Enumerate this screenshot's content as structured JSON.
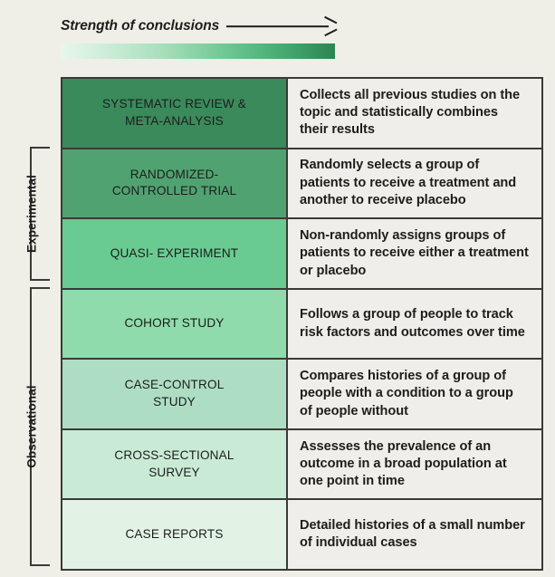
{
  "header": {
    "caption": "Strength of conclusions",
    "arrow_icon": "right-arrow-icon",
    "gradient_from": "#e8f6ec",
    "gradient_to": "#2d8552"
  },
  "brackets": [
    {
      "label": "Experimental",
      "covers_rows": 3
    },
    {
      "label": "Observational",
      "covers_rows": 4
    }
  ],
  "table": {
    "rows": [
      {
        "level": "SYSTEMATIC REVIEW &\nMETA-ANALYSIS",
        "description": "Collects all previous studies on the topic and statistically combines their results",
        "color": "#3a8a5c"
      },
      {
        "level": "RANDOMIZED-\nCONTROLLED TRIAL",
        "description": "Randomly selects a group of patients to receive a treatment and another to receive placebo",
        "color": "#50a271"
      },
      {
        "level": "QUASI- EXPERIMENT",
        "description": "Non-randomly assigns groups of patients to receive either a treatment or placebo",
        "color": "#69cb92"
      },
      {
        "level": "COHORT STUDY",
        "description": "Follows a group of people to track risk factors and outcomes over time",
        "color": "#8fdbac"
      },
      {
        "level": "CASE-CONTROL\nSTUDY",
        "description": "Compares histories of a group of people with a condition to a group of people without",
        "color": "#addec4"
      },
      {
        "level": "CROSS-SECTIONAL\nSURVEY",
        "description": "Assesses the prevalence of an outcome in a broad population at one point in time",
        "color": "#c9ebd6"
      },
      {
        "level": "CASE REPORTS",
        "description": "Detailed histories of a small number of individual cases",
        "color": "#e2f3e6"
      }
    ]
  },
  "colors": {
    "page_background": "#efefe8",
    "border": "#3a3a36",
    "text": "#1d1d1b",
    "description_background": "#efeeea"
  }
}
